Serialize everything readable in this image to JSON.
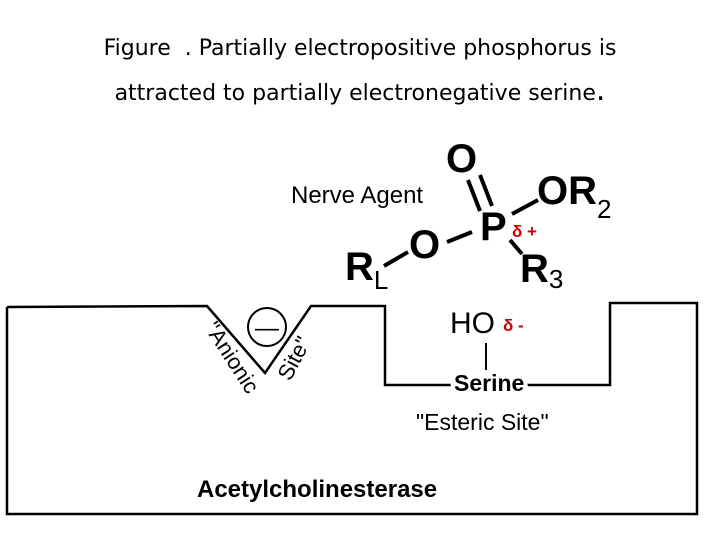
{
  "caption": {
    "prefix": "Figure",
    "text_line1": ". Partially electropositive phosphorus is",
    "text_line2": "attracted to partially electronegative serine",
    "final_period": "."
  },
  "molecule": {
    "oxygen_top": "O",
    "group_or": "OR",
    "group_or_subscript": "2",
    "phosphorus": "P",
    "phosphorus_charge": "δ +",
    "leaving_group": "R",
    "leaving_group_subscript": "L",
    "bridging_oxygen": "O",
    "group_r": "R",
    "group_r_subscript": "3",
    "label": "Nerve Agent"
  },
  "enzyme": {
    "hydroxyl": "HO",
    "hydroxyl_charge": "δ -",
    "serine_label": "Serine",
    "esteric_site_label": "\"Esteric Site\"",
    "anionic_site_label": "\"Anionic Site\"",
    "anionic_charge": "—",
    "enzyme_label": "Acetylcholinesterase"
  },
  "colors": {
    "partial_charge": "#cc0000",
    "outline": "#000000"
  }
}
